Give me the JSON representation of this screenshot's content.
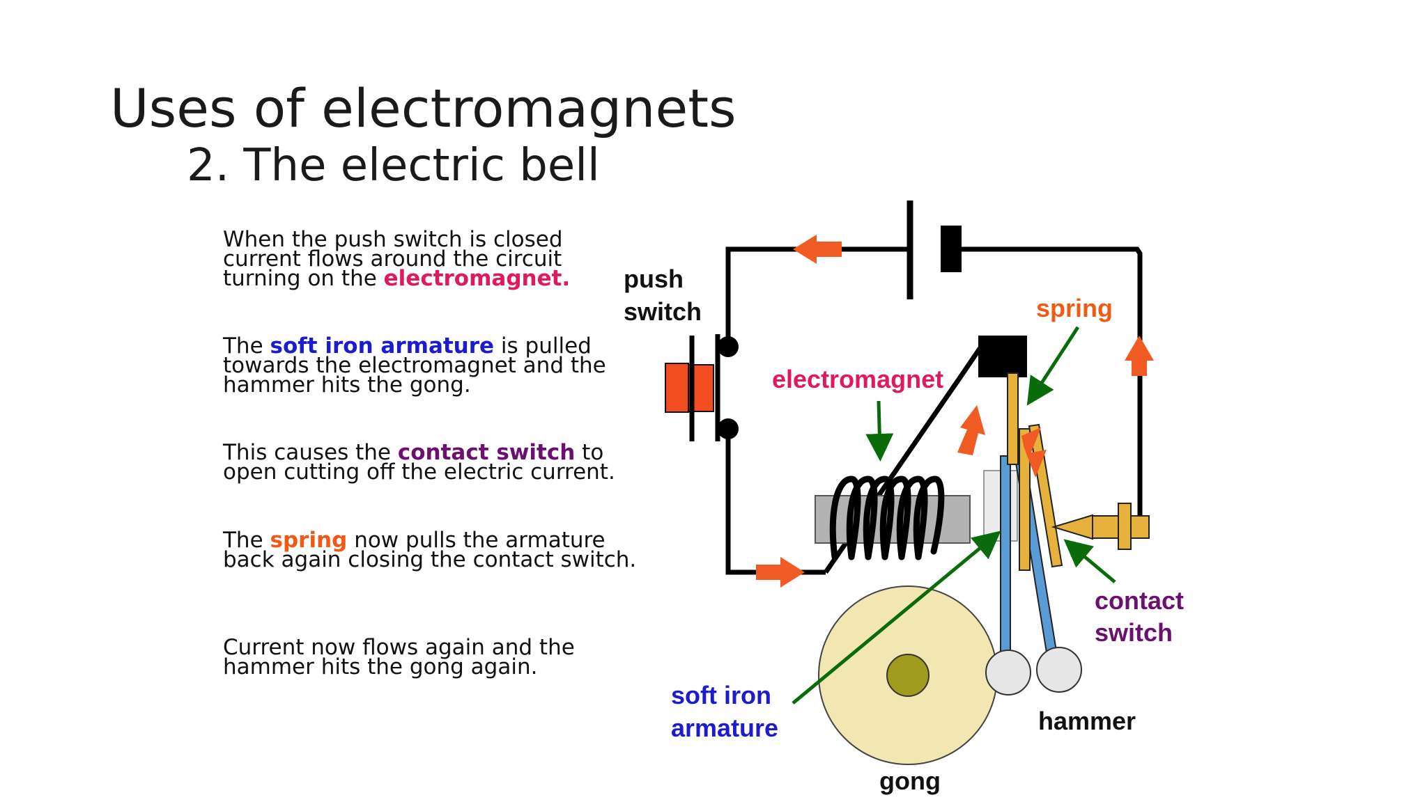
{
  "title": "Uses of electromagnets",
  "subtitle": "2. The electric bell",
  "paragraphs": [
    {
      "before": "When the push switch is closed current flows around the circuit turning on the ",
      "highlight": "electromagnet.",
      "after": ""
    },
    {
      "before": "The ",
      "highlight": "soft iron armature",
      "after": " is pulled towards the electromagnet and the hammer hits the gong."
    },
    {
      "before": "This causes the ",
      "highlight": "contact switch",
      "after": " to open cutting off the electric current."
    },
    {
      "before": "The ",
      "highlight": "spring",
      "after": " now pulls the armature back again closing the contact switch."
    },
    {
      "before": "Current now flows again and the hammer hits the gong again.",
      "highlight": "",
      "after": ""
    }
  ],
  "diagram": {
    "labels": {
      "push_switch_line1": "push",
      "push_switch_line2": "switch",
      "spring": "spring",
      "electromagnet": "electromagnet",
      "contact_line1": "contact",
      "contact_line2": "switch",
      "armature_line1": "soft iron",
      "armature_line2": "armature",
      "hammer": "hammer",
      "gong": "gong"
    }
  },
  "colors": {
    "text": "#111111",
    "electromagnet": "#e0195f",
    "soft_iron_armature": "#1c1ccf",
    "contact_switch": "#6b1070",
    "spring": "#f05a14",
    "current_arrow": "#f05a23",
    "pointer_arrow": "#0a6b0a",
    "wire": "#000000",
    "brass": "#e6b23c",
    "armature_fill": "#5b9bd5",
    "gong": "#f2e6b3",
    "gong_center": "#a09a1e",
    "core": "#b3b3b3"
  },
  "icons": [
    "battery-symbol",
    "push-switch",
    "coil",
    "gong",
    "hammer-heads",
    "current-arrow",
    "pointer-arrow"
  ]
}
